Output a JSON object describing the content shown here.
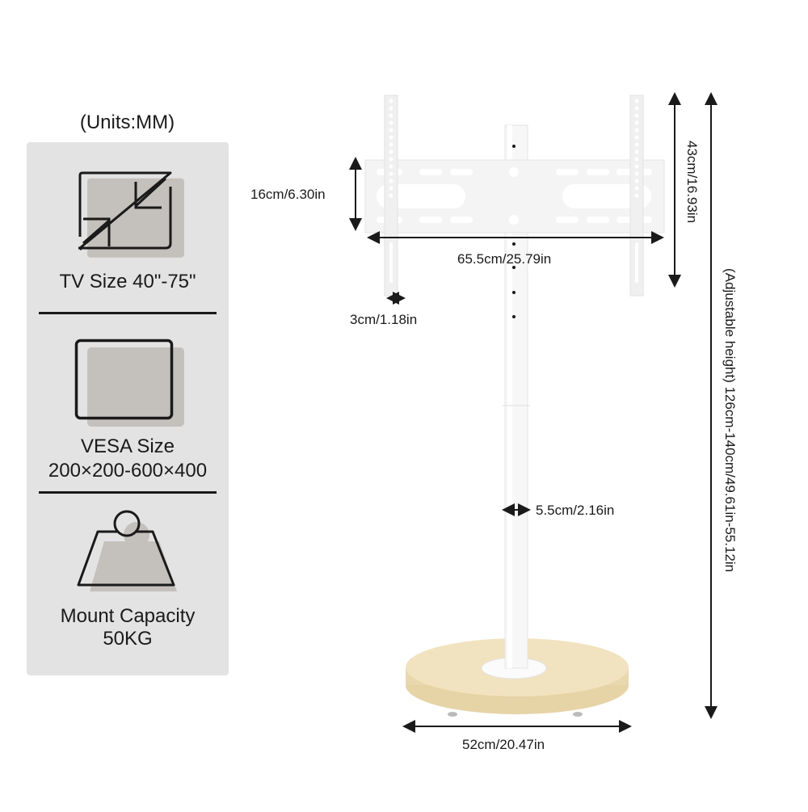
{
  "units_label": "(Units:MM)",
  "features": [
    {
      "icon": "resize-arrows-icon",
      "label": "TV Size 40\"-75\""
    },
    {
      "icon": "screen-rectangle-icon",
      "label_line1": "VESA Size",
      "label_line2": "200×200-600×400"
    },
    {
      "icon": "weight-icon",
      "label_line1": "Mount Capacity",
      "label_line2": "50KG"
    }
  ],
  "dimensions": {
    "bracket_height": "16cm/6.30in",
    "bracket_width": "65.5cm/25.79in",
    "arm_width": "3cm/1.18in",
    "arm_height": "43cm/16.93in",
    "pole_diameter": "5.5cm/2.16in",
    "base_diameter": "52cm/20.47in",
    "total_height": "(Adjustable height)  126cm-140cm/49.61in-55.12in"
  },
  "colors": {
    "panel_bg": "#e3e3e3",
    "icon_fill": "#c4c0bb",
    "base_wood": "#f1e3bf",
    "stand_white": "#f7f7f7",
    "line": "#1a1a1a"
  }
}
